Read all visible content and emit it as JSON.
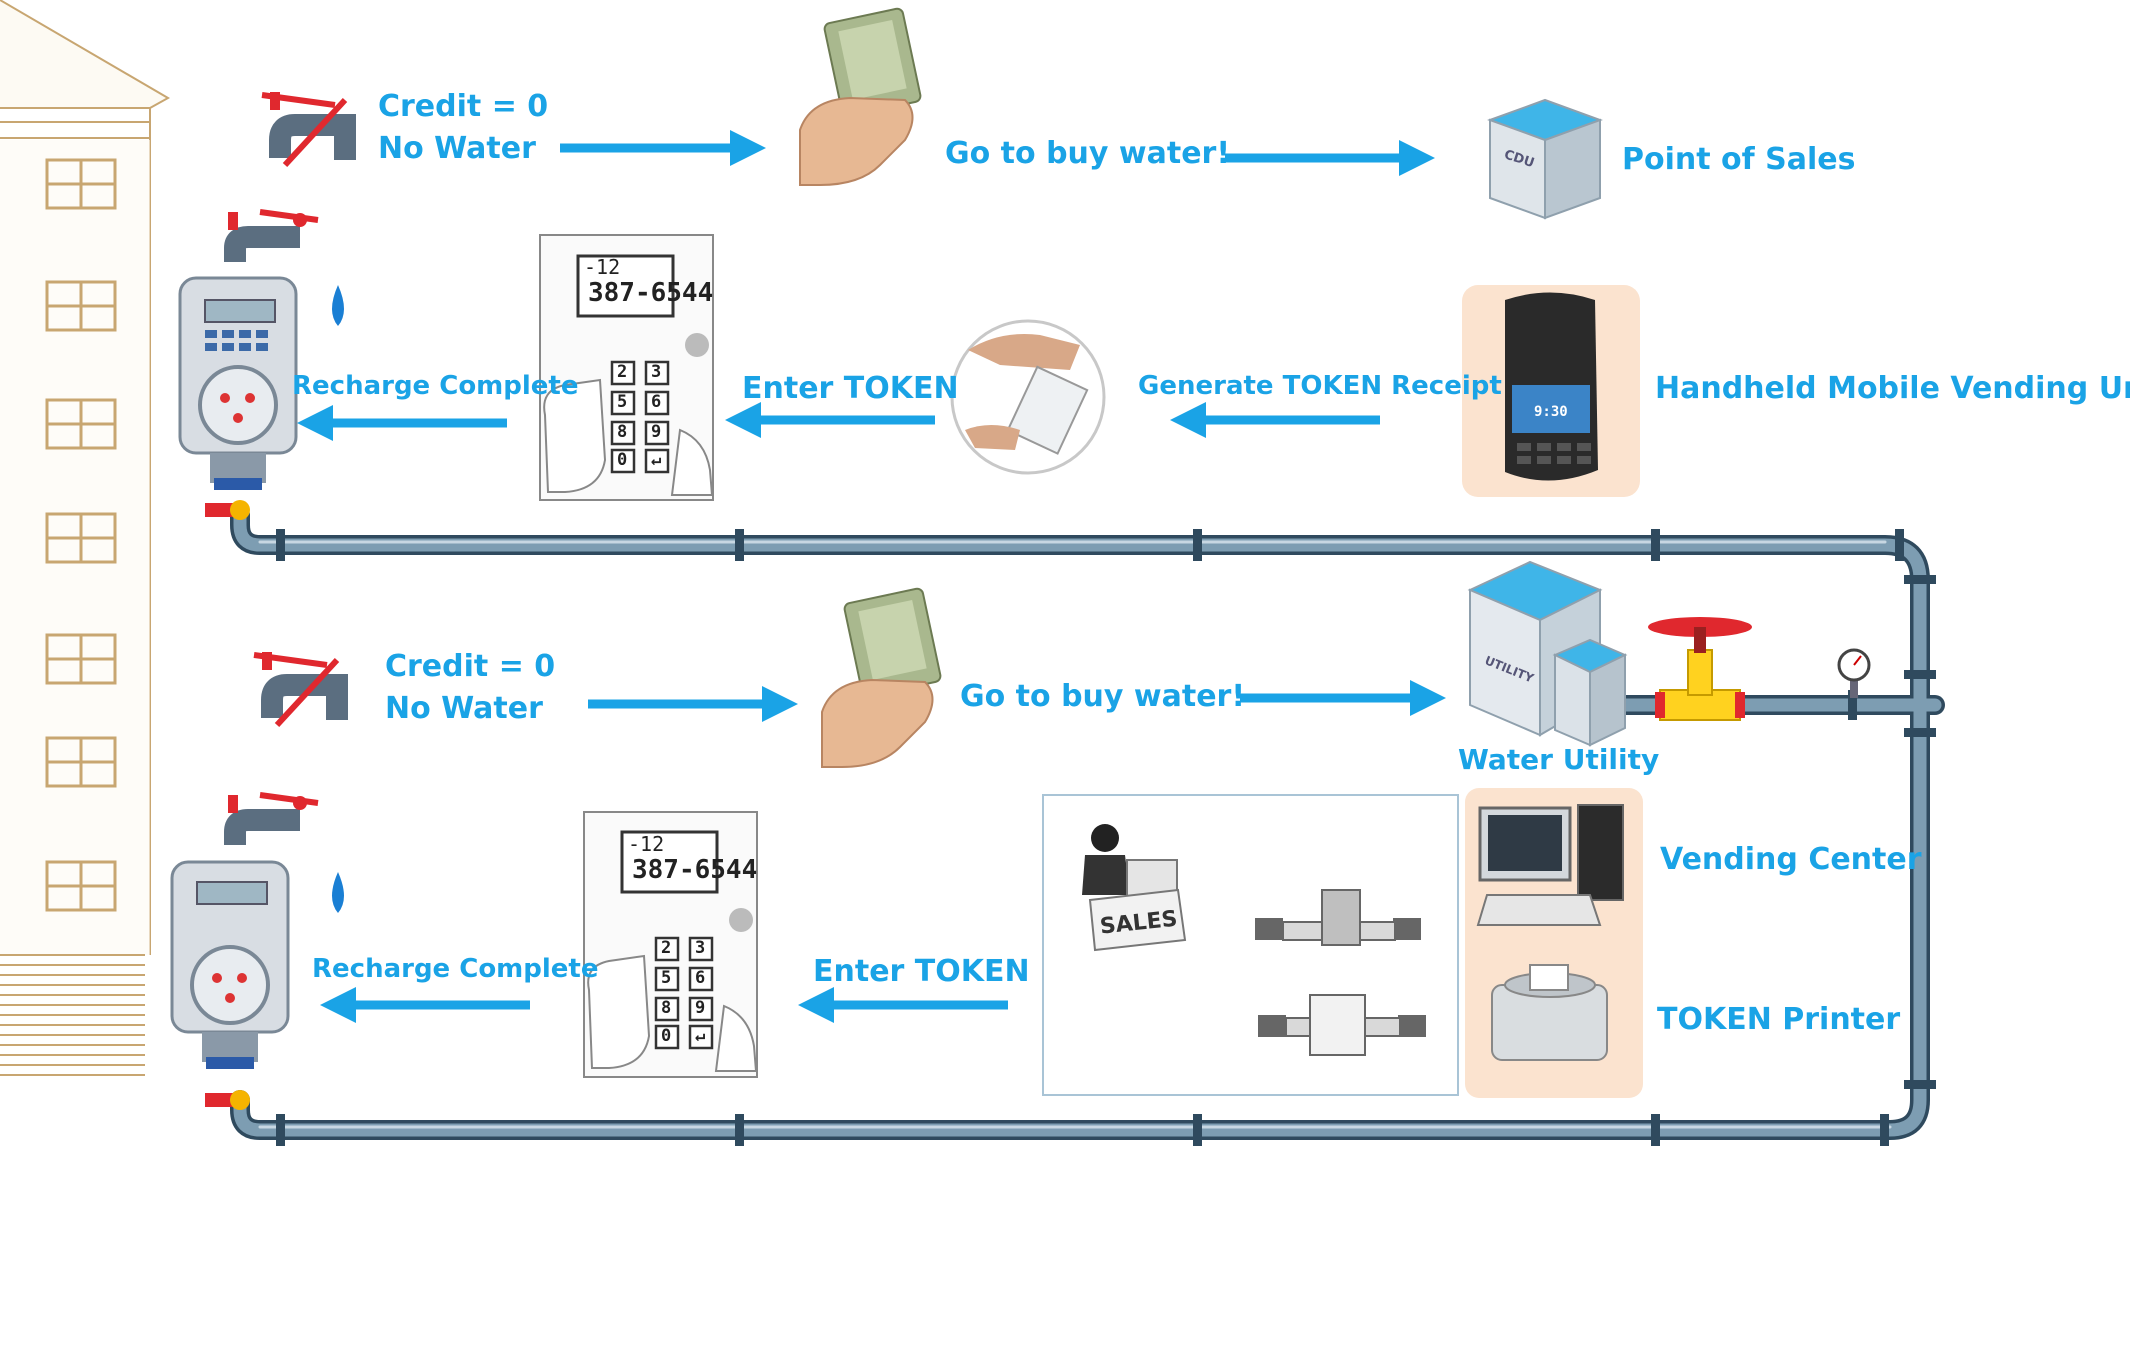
{
  "row1": {
    "credit": "Credit = 0",
    "no_water": "No Water",
    "go_buy": "Go to buy water!",
    "point_of_sales": "Point of Sales",
    "pos_box_label": "CDU"
  },
  "row2": {
    "recharge_complete": "Recharge Complete",
    "enter_token": "Enter TOKEN",
    "generate_receipt": "Generate TOKEN Receipt",
    "handheld_unit": "Handheld Mobile Vending Unit",
    "handheld_time": "9:30"
  },
  "row3": {
    "credit": "Credit = 0",
    "no_water": "No Water",
    "go_buy": "Go to buy water!",
    "water_utility": "Water Utility",
    "utility_sign": "UTILITY"
  },
  "row4": {
    "vending_center": "Vending Center",
    "token_printer": "TOKEN Printer",
    "recharge_complete": "Recharge Complete",
    "enter_token": "Enter TOKEN",
    "sales_sign": "SALES"
  },
  "keypad": {
    "display_top": "-12",
    "display_main": "387-6544",
    "keys": [
      "2",
      "3",
      "5",
      "6",
      "8",
      "9",
      "0",
      "↵"
    ]
  },
  "colors": {
    "accent": "#1aa3e6",
    "pipe": "#6e8fa6",
    "pipe_dark": "#2f4a5e",
    "valve_red": "#e0282e",
    "peach_panel": "#fbe3cf"
  }
}
